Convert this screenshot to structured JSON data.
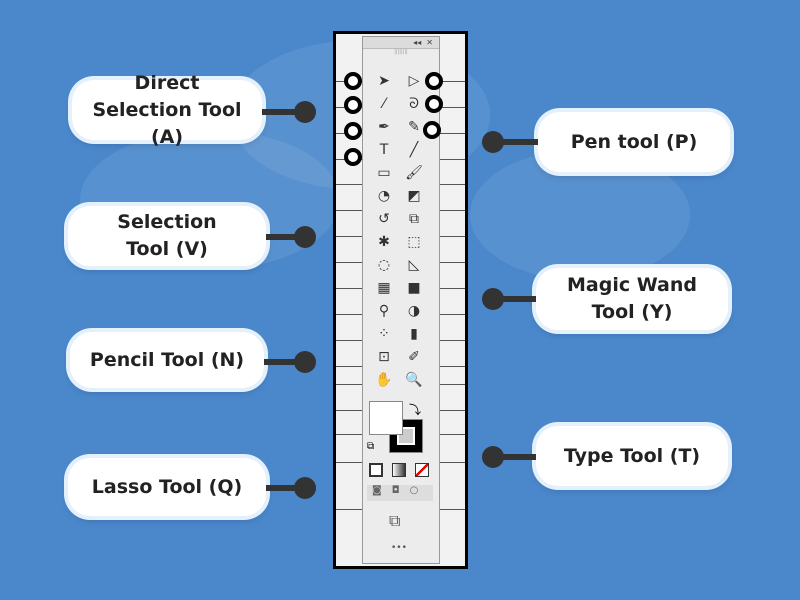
{
  "labels_left": [
    {
      "text": "Direct Selection Tool (A)"
    },
    {
      "text": "Selection Tool (V)"
    },
    {
      "text": "Pencil Tool (N)"
    },
    {
      "text": "Lasso Tool (Q)"
    }
  ],
  "labels_right": [
    {
      "text": "Pen tool (P)"
    },
    {
      "text": "Magic Wand Tool (Y)"
    },
    {
      "text": "Type Tool (T)"
    }
  ],
  "toolbar": {
    "collapse": "◂◂",
    "close": "✕",
    "more": "•••"
  },
  "tools": [
    {
      "icon": "selection-arrow-icon",
      "glyph": "➤"
    },
    {
      "icon": "direct-selection-icon",
      "glyph": "▷"
    },
    {
      "icon": "magic-wand-icon",
      "glyph": "⁄"
    },
    {
      "icon": "lasso-icon",
      "glyph": "ᘐ"
    },
    {
      "icon": "pen-icon",
      "glyph": "✒"
    },
    {
      "icon": "pencil-icon",
      "glyph": "✎"
    },
    {
      "icon": "type-icon",
      "glyph": "T"
    },
    {
      "icon": "line-icon",
      "glyph": "╱"
    },
    {
      "icon": "rectangle-icon",
      "glyph": "▭"
    },
    {
      "icon": "paintbrush-icon",
      "glyph": "🖌"
    },
    {
      "icon": "shaper-icon",
      "glyph": "◔"
    },
    {
      "icon": "eraser-icon",
      "glyph": "◩"
    },
    {
      "icon": "rotate-icon",
      "glyph": "↺"
    },
    {
      "icon": "scale-icon",
      "glyph": "⧉"
    },
    {
      "icon": "puppet-warp-icon",
      "glyph": "✱"
    },
    {
      "icon": "free-transform-icon",
      "glyph": "⬚"
    },
    {
      "icon": "shape-builder-icon",
      "glyph": "◌"
    },
    {
      "icon": "perspective-grid-icon",
      "glyph": "◺"
    },
    {
      "icon": "mesh-icon",
      "glyph": "▦"
    },
    {
      "icon": "gradient-icon",
      "glyph": "■"
    },
    {
      "icon": "eyedropper-icon",
      "glyph": "⚲"
    },
    {
      "icon": "blend-icon",
      "glyph": "◑"
    },
    {
      "icon": "symbol-sprayer-icon",
      "glyph": "⁘"
    },
    {
      "icon": "graph-icon",
      "glyph": "▮"
    },
    {
      "icon": "artboard-icon",
      "glyph": "⊡"
    },
    {
      "icon": "slice-icon",
      "glyph": "✐"
    },
    {
      "icon": "hand-icon",
      "glyph": "✋"
    },
    {
      "icon": "zoom-icon",
      "glyph": "🔍"
    }
  ],
  "colors": {
    "background": "#4a88cb",
    "fill": "#ffffff",
    "stroke": "#000000"
  }
}
